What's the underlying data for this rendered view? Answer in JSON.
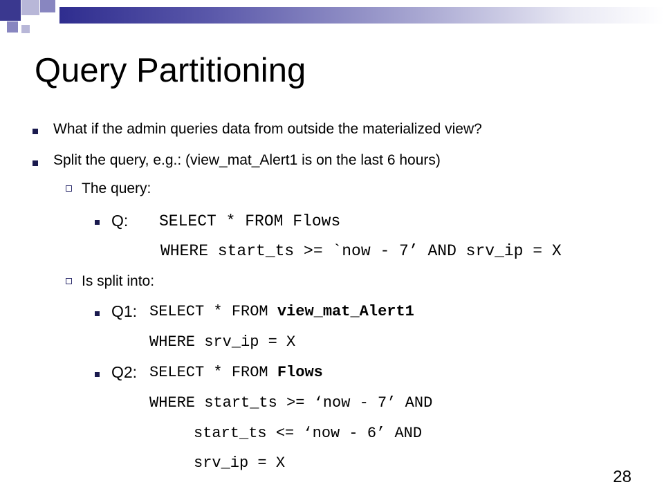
{
  "title": "Query Partitioning",
  "bullets": {
    "b1": "What if the admin queries data from outside the materialized view?",
    "b2": "Split the query, e.g.: (view_mat_Alert1 is on the last 6 hours)",
    "sub1": "The query:",
    "q_label": "Q:",
    "q_line1": "SELECT * FROM Flows",
    "q_line2": "WHERE start_ts >= `now - 7’ AND srv_ip = X",
    "sub2": "Is split into:",
    "q1_label": "Q1:",
    "q1_select": "SELECT * FROM ",
    "q1_table": "view_mat_Alert1",
    "q1_line2": "WHERE srv_ip = X",
    "q2_label": "Q2:",
    "q2_select": "SELECT * FROM ",
    "q2_table": "Flows",
    "q2_line2": "WHERE start_ts >= ‘now - 7’ AND",
    "q2_line3": "start_ts <= ‘now - 6’ AND",
    "q2_line4": "srv_ip = X"
  },
  "slide_number": "28",
  "colors": {
    "accent_dark": "#2f2d8f",
    "accent_light": "#a9a8d2",
    "bullet": "#1a1a4e"
  }
}
